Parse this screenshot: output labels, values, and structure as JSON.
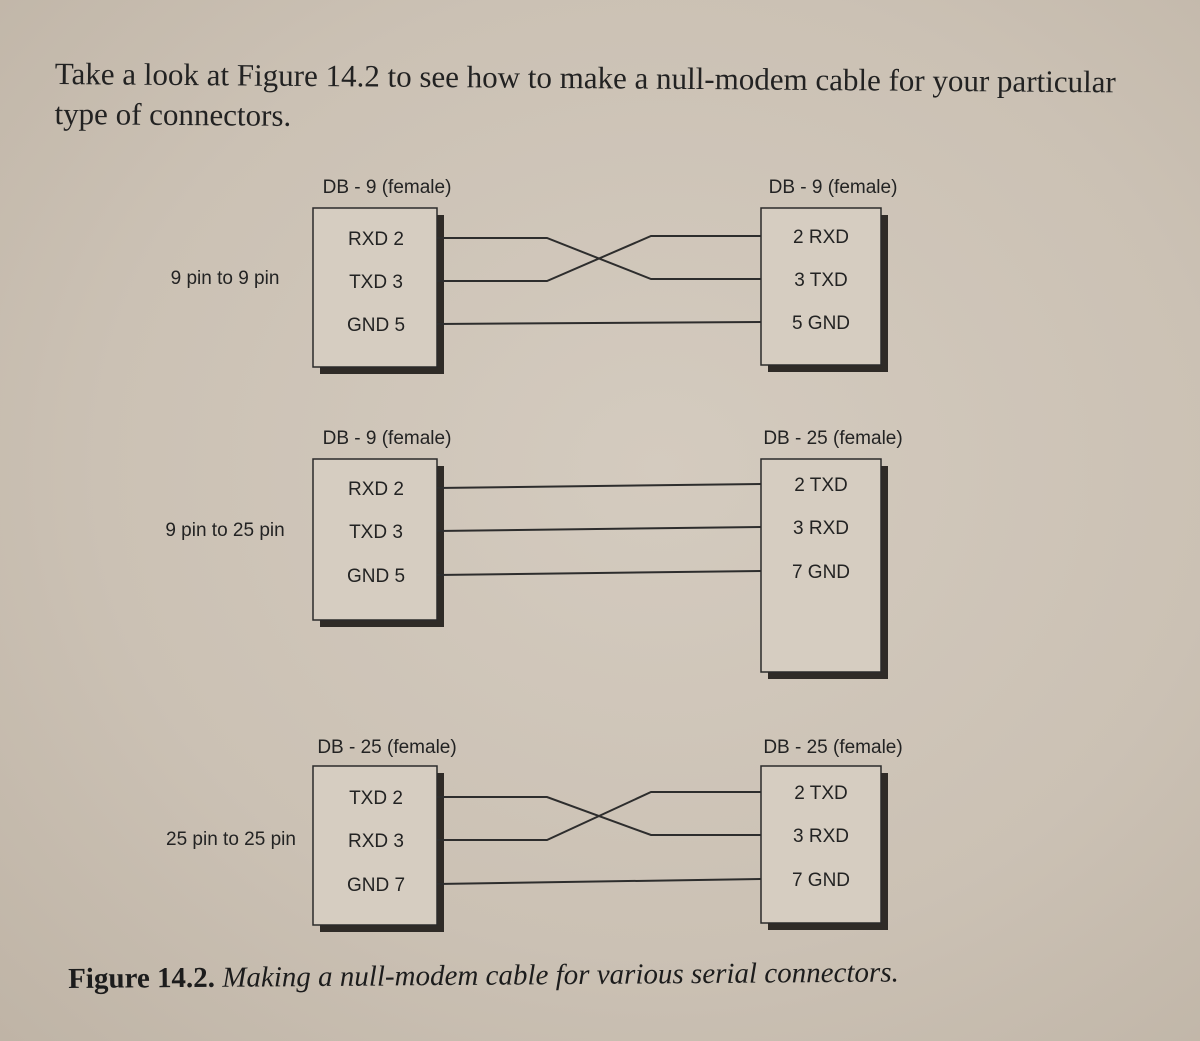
{
  "intro_text": "Take a look at Figure 14.2 to see how to make a null-modem cable for your particular type of connectors.",
  "figure": {
    "diagrams": [
      {
        "side_label": "9 pin to 9 pin",
        "left": {
          "title": "DB - 9 (female)",
          "pins": [
            "RXD 2",
            "TXD 3",
            "GND 5"
          ]
        },
        "right": {
          "title": "DB - 9 (female)",
          "pins": [
            "2 RXD",
            "3 TXD",
            "5 GND"
          ]
        },
        "connections": [
          [
            0,
            1
          ],
          [
            1,
            0
          ],
          [
            2,
            2
          ]
        ]
      },
      {
        "side_label": "9 pin to 25 pin",
        "left": {
          "title": "DB - 9 (female)",
          "pins": [
            "RXD 2",
            "TXD 3",
            "GND 5"
          ]
        },
        "right": {
          "title": "DB - 25 (female)",
          "pins": [
            "2 TXD",
            "3 RXD",
            "7 GND"
          ]
        },
        "connections": [
          [
            0,
            0
          ],
          [
            1,
            1
          ],
          [
            2,
            2
          ]
        ]
      },
      {
        "side_label": "25 pin to 25 pin",
        "left": {
          "title": "DB - 25 (female)",
          "pins": [
            "TXD 2",
            "RXD 3",
            "GND 7"
          ]
        },
        "right": {
          "title": "DB - 25 (female)",
          "pins": [
            "2 TXD",
            "3 RXD",
            "7 GND"
          ]
        },
        "connections": [
          [
            0,
            1
          ],
          [
            1,
            0
          ],
          [
            2,
            2
          ]
        ]
      }
    ]
  },
  "caption": {
    "label": "Figure 14.2.",
    "text": "Making a null-modem cable for various serial connectors."
  }
}
